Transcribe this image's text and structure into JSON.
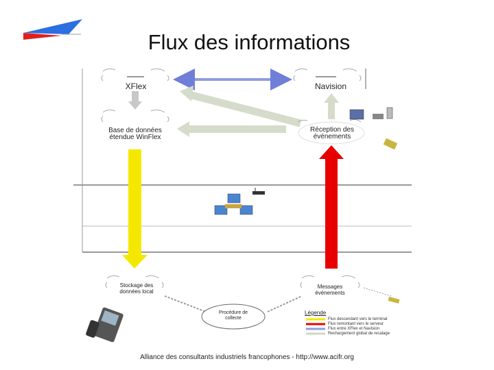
{
  "slide": {
    "title": "Flux des informations",
    "footer": "Alliance des consultants industriels francophones - http://www.acifr.org"
  },
  "nodes": {
    "xflex": "XFlex",
    "navision": "Navision",
    "base_winflex": "Base de données étendue WinFlex",
    "reception": "Réception des événements",
    "stockage": "Stockage des données local",
    "messages": "Messages événements",
    "procedure": "Procédure de collecte"
  },
  "legend": {
    "title": "Légende",
    "items": [
      {
        "label": "Flux descendant vers le terminal",
        "color": "#f5e800"
      },
      {
        "label": "Flux remontant vers le serveur",
        "color": "#e80000"
      },
      {
        "label": "Flux entre XFlex et Navision",
        "color": "#8f9be0"
      },
      {
        "label": "Rechargement global de recalage",
        "color": "#cfd8c0"
      }
    ]
  },
  "colors": {
    "yellow": "#f5e800",
    "red": "#e80000",
    "blue": "#8f9be0",
    "gray_green": "#d6dccb",
    "gray": "#c8c8c8"
  }
}
